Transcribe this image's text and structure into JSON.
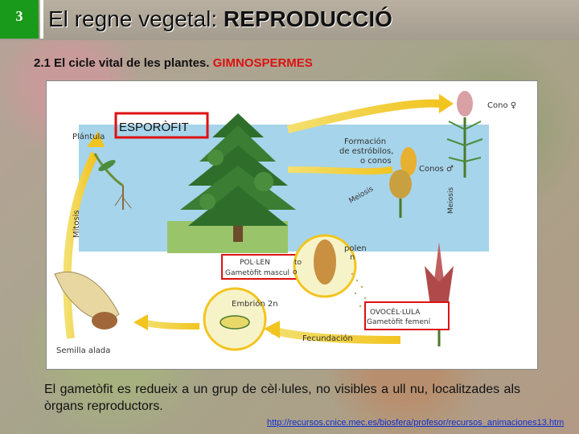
{
  "slide": {
    "number": "3",
    "title_plain": "El regne vegetal: ",
    "title_bold": "REPRODUCCIÓ",
    "subtitle_plain": "2.1 El cicle vital de les plantes. ",
    "subtitle_highlight": "GIMNOSPERMES"
  },
  "diagram": {
    "labels": {
      "esporofit": "ESPORÒFIT",
      "cono_female": "Cono ♀",
      "formacion_line1": "Formación",
      "formacion_line2": "de estróbilos,",
      "formacion_line3": "o conos",
      "conos_male": "Conos ♂",
      "meiosis_right": "Meiosis",
      "meiosis_arc": "Meiosis",
      "mitosis": "Mitosis",
      "plantula": "Plántula",
      "polen_line1": "polen",
      "polen_line2": "n",
      "pollen_box_line1": "POL·LEN",
      "pollen_box_line2": "Gametòfit mascul",
      "to_fragment_1": "to",
      "to_fragment_2": "o",
      "embrion": "Embrión 2n",
      "ovocell_line1": "OVOCÈL·LULA",
      "ovocell_line2": "Gametòfit femení",
      "fecundacion": "Fecundación",
      "semilla": "Semilla alada"
    }
  },
  "caption": "El gametòfit es redueix a un grup de cèl·lules, no visibles a ull nu, localitzades als òrgans reproductors.",
  "source_url": "http://recursos.cnice.mec.es/biosfera/profesor/recursos_animaciones13.htm"
}
